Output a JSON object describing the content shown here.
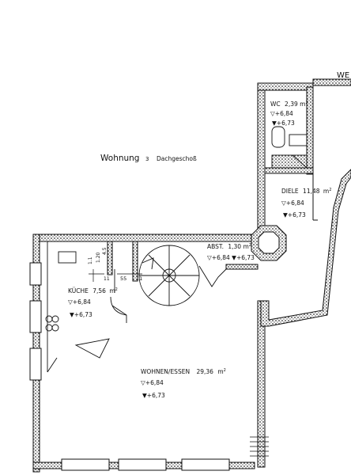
{
  "title": {
    "main": "Wohnung",
    "number": "3",
    "floor": "Dachgeschoß"
  },
  "corner_label": "WE",
  "rooms": [
    {
      "id": "wc",
      "name": "WC",
      "area": "2,39",
      "unit": "m",
      "sup": "2",
      "level_top": "+6,84",
      "level_bottom": "+6,73"
    },
    {
      "id": "diele",
      "name": "DIELE",
      "area": "11,48",
      "unit": "m",
      "sup": "2",
      "level_top": "+6,84",
      "level_bottom": "+6,73"
    },
    {
      "id": "abst",
      "name": "ABST.",
      "area": "1,30",
      "unit": "m",
      "sup": "2",
      "level_top": "+6,84",
      "level_bottom": "+6,73"
    },
    {
      "id": "kueche",
      "name": "KÜCHE",
      "area": "7,56",
      "unit": "m",
      "sup": "2",
      "level_top": "+6,84",
      "level_bottom": "+6,73"
    },
    {
      "id": "wohnen",
      "name": "WOHNEN/ESSEN",
      "area": "29,36",
      "unit": "m",
      "sup": "2",
      "level_top": "+6,84",
      "level_bottom": "+6,73"
    }
  ],
  "dimensions": [
    "1.1",
    "1.20",
    "4.5",
    "11",
    "55",
    "11"
  ],
  "colors": {
    "ink": "#111111",
    "wall_fill": "#bdbdbd",
    "paper": "#ffffff"
  }
}
